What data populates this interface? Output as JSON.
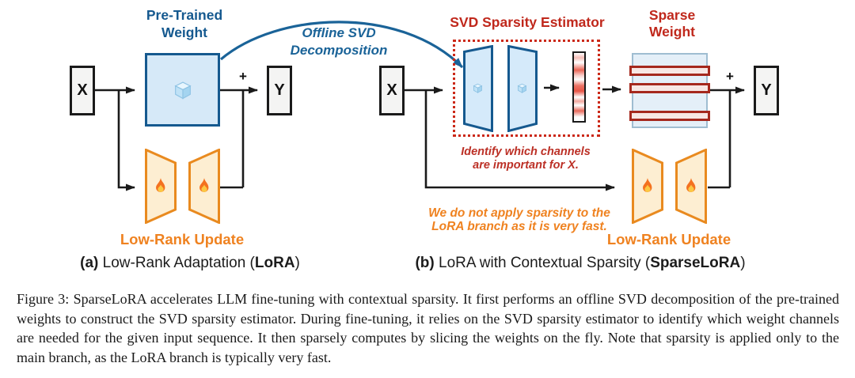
{
  "figure": {
    "panel_a": {
      "x_label": "X",
      "y_label": "Y",
      "plus": "+",
      "weight_label_line1": "Pre-Trained",
      "weight_label_line2": "Weight",
      "update_label": "Low-Rank Update",
      "caption": {
        "tag": "(a)",
        "pre": " Low-Rank Adaptation (",
        "bold": "LoRA",
        "post": ")"
      }
    },
    "offline_arrow": {
      "line1": "Offline SVD",
      "line2": "Decomposition"
    },
    "panel_b": {
      "x_label": "X",
      "y_label": "Y",
      "plus": "+",
      "estimator_label": "SVD Sparsity Estimator",
      "sparse_label_line1": "Sparse",
      "sparse_label_line2": "Weight",
      "identify_note_line1": "Identify which channels",
      "identify_note_line2": "are important for X.",
      "lora_note_line1": "We do not apply sparsity to the",
      "lora_note_line2": "LoRA branch as it is very fast.",
      "update_label": "Low-Rank Update",
      "caption": {
        "tag": "(b)",
        "pre": " LoRA with Contextual Sparsity (",
        "bold": "SparseLoRA",
        "post": ")"
      }
    },
    "icons": {
      "frozen": "ice-cube-icon",
      "trainable": "flame-icon"
    },
    "colors": {
      "blue_dark": "#15598f",
      "blue_fill": "#d6e9f8",
      "blue_arrow": "#1a6398",
      "red_label": "#c0281c",
      "red_dotted": "#cb2817",
      "stripe_border": "#a5281d",
      "orange_label": "#ef8220",
      "orange_border": "#e98a1f",
      "orange_fill": "#fdeed2"
    },
    "caption_text": "Figure 3: SparseLoRA accelerates LLM fine-tuning with contextual sparsity. It first performs an offline SVD decomposition of the pre-trained weights to construct the SVD sparsity estimator. During fine-tuning, it relies on the SVD sparsity estimator to identify which weight channels are needed for the given input sequence. It then sparsely computes by slicing the weights on the fly. Note that sparsity is applied only to the main branch, as the LoRA branch is typically very fast."
  }
}
